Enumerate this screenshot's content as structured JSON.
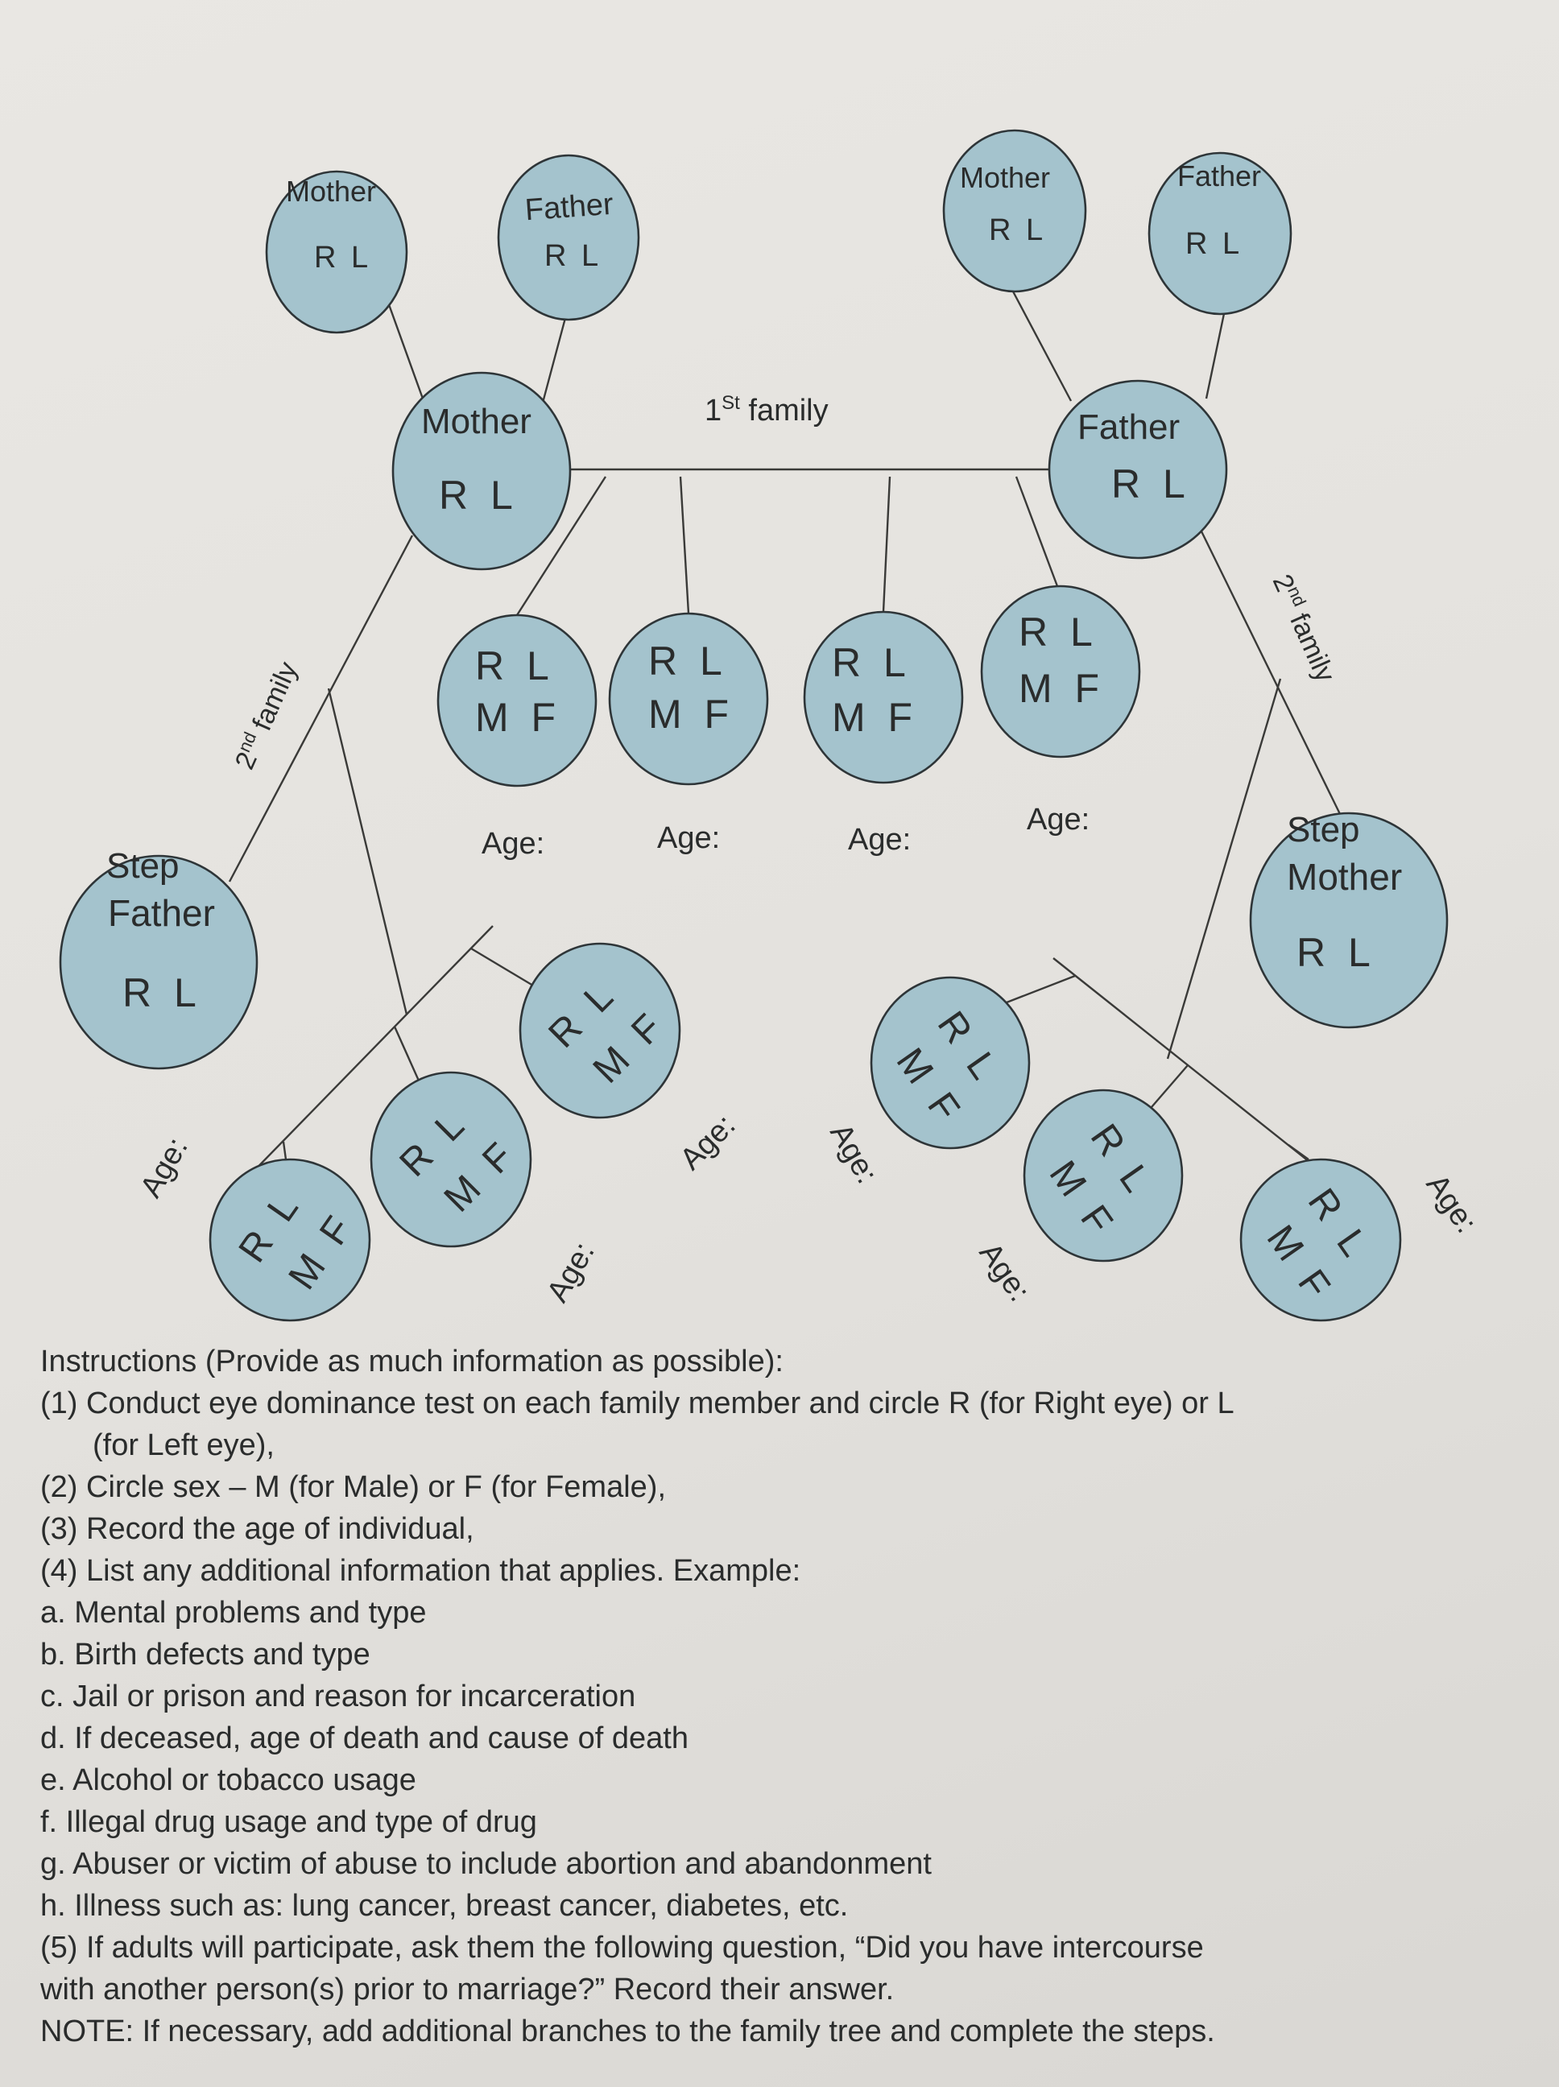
{
  "diagram": {
    "first_family_label": "1",
    "first_family_sup": "St",
    "first_family_word": " family",
    "second_family_label": "2",
    "second_family_sup": "nd",
    "second_family_word": " family",
    "colors": {
      "node_fill": "#a4c3cd",
      "node_stroke": "#2e3538",
      "paper": "#e6e4e0",
      "text": "#2a2c2c"
    },
    "maternal_grandmother": {
      "title": "Mother",
      "eye": "R L"
    },
    "maternal_grandfather": {
      "title": "Father",
      "eye": "R L"
    },
    "paternal_grandmother": {
      "title": "Mother",
      "eye": "R L"
    },
    "paternal_grandfather": {
      "title": "Father",
      "eye": "R L"
    },
    "mother": {
      "title": "Mother",
      "eye": "R L"
    },
    "father": {
      "title": "Father",
      "eye": "R L"
    },
    "step_father": {
      "title_1": "Step",
      "title_2": "Father",
      "eye": "R L"
    },
    "step_mother": {
      "title_1": "Step",
      "title_2": "Mother",
      "eye": "R L"
    },
    "children": [
      {
        "eye": "R L",
        "sex": "M F",
        "age": "Age:"
      },
      {
        "eye": "R L",
        "sex": "M F",
        "age": "Age:"
      },
      {
        "eye": "R L",
        "sex": "M F",
        "age": "Age:"
      },
      {
        "eye": "R L",
        "sex": "M F",
        "age": "Age:"
      }
    ],
    "left_second_family_children": [
      {
        "eye": "R L",
        "sex": "M F",
        "age": "Age:"
      },
      {
        "eye": "R L",
        "sex": "M F",
        "age": "Age:"
      },
      {
        "eye": "R L",
        "sex": "M F",
        "age": "Age:"
      }
    ],
    "right_second_family_children": [
      {
        "eye": "R L",
        "sex": "M F",
        "age": "Age:"
      },
      {
        "eye": "R L",
        "sex": "M F",
        "age": "Age:"
      },
      {
        "eye": "R L",
        "sex": "M F",
        "age": "Age:"
      }
    ]
  },
  "instructions": {
    "heading": "Instructions (Provide as much information as possible):",
    "step1": "(1) Conduct eye dominance test on each family member and circle R (for Right eye) or L",
    "step1_cont": "(for Left eye),",
    "step2": "(2) Circle sex – M (for Male) or F (for Female),",
    "step3": "(3) Record the age of individual,",
    "step4": "(4) List any additional information  that applies. Example:",
    "examples": [
      "a.  Mental problems and type",
      "b.  Birth defects and type",
      "c.  Jail or prison and reason for incarceration",
      "d.  If deceased, age of death and cause of death",
      "e.  Alcohol or  tobacco usage",
      "f.   Illegal drug usage and type of drug",
      "g.  Abuser or victim of abuse to include abortion and abandonment",
      "h. Illness such as: lung cancer, breast cancer, diabetes, etc."
    ],
    "step5": "(5) If adults will participate, ask them the following question, “Did you have intercourse",
    "step5_cont": "with another person(s) prior to marriage?” Record their answer.",
    "note": "NOTE: If necessary, add additional branches to the family tree and complete the steps."
  }
}
